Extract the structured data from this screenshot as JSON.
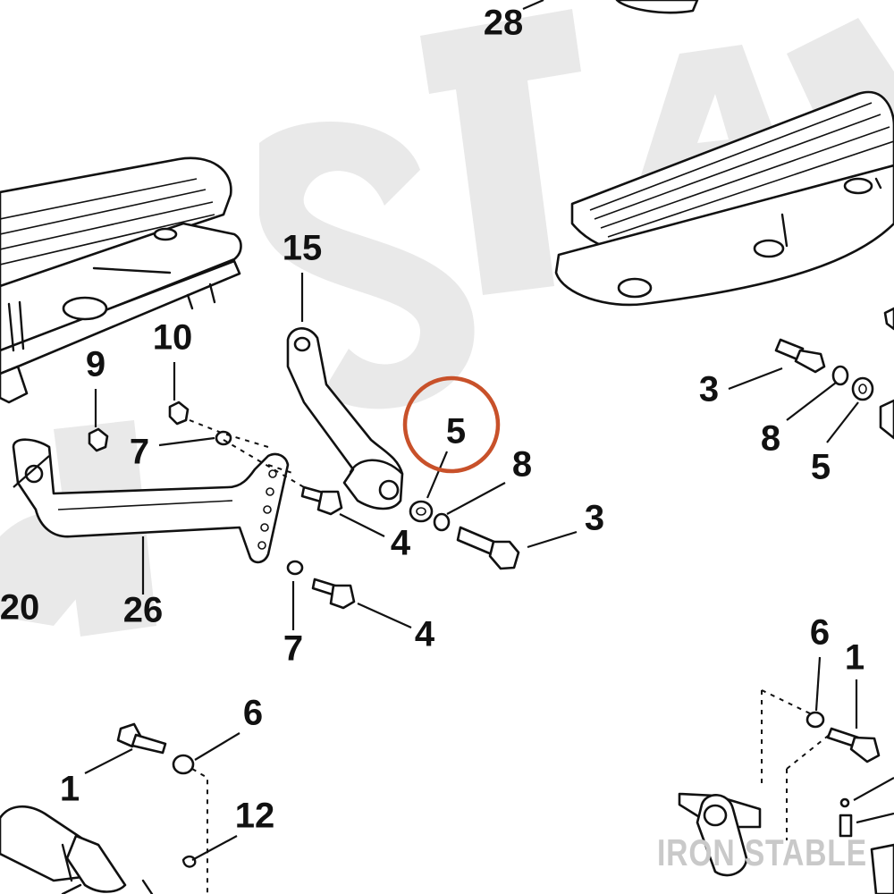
{
  "callouts": {
    "c28": "28",
    "c15": "15",
    "c10": "10",
    "c9": "9",
    "c7a": "7",
    "c5a": "5",
    "c8a": "8",
    "c3a": "3",
    "c4a": "4",
    "c4b": "4",
    "c7b": "7",
    "c20": "20",
    "c26": "26",
    "c3b": "3",
    "c8b": "8",
    "c5b": "5",
    "c6a": "6",
    "c1a": "1",
    "c12": "12",
    "c6b": "6",
    "c1b": "1"
  },
  "brand": "IRON STABLE",
  "colors": {
    "highlight": "#c8512a",
    "ink": "#111111",
    "watermark": "#e9e9e9"
  }
}
